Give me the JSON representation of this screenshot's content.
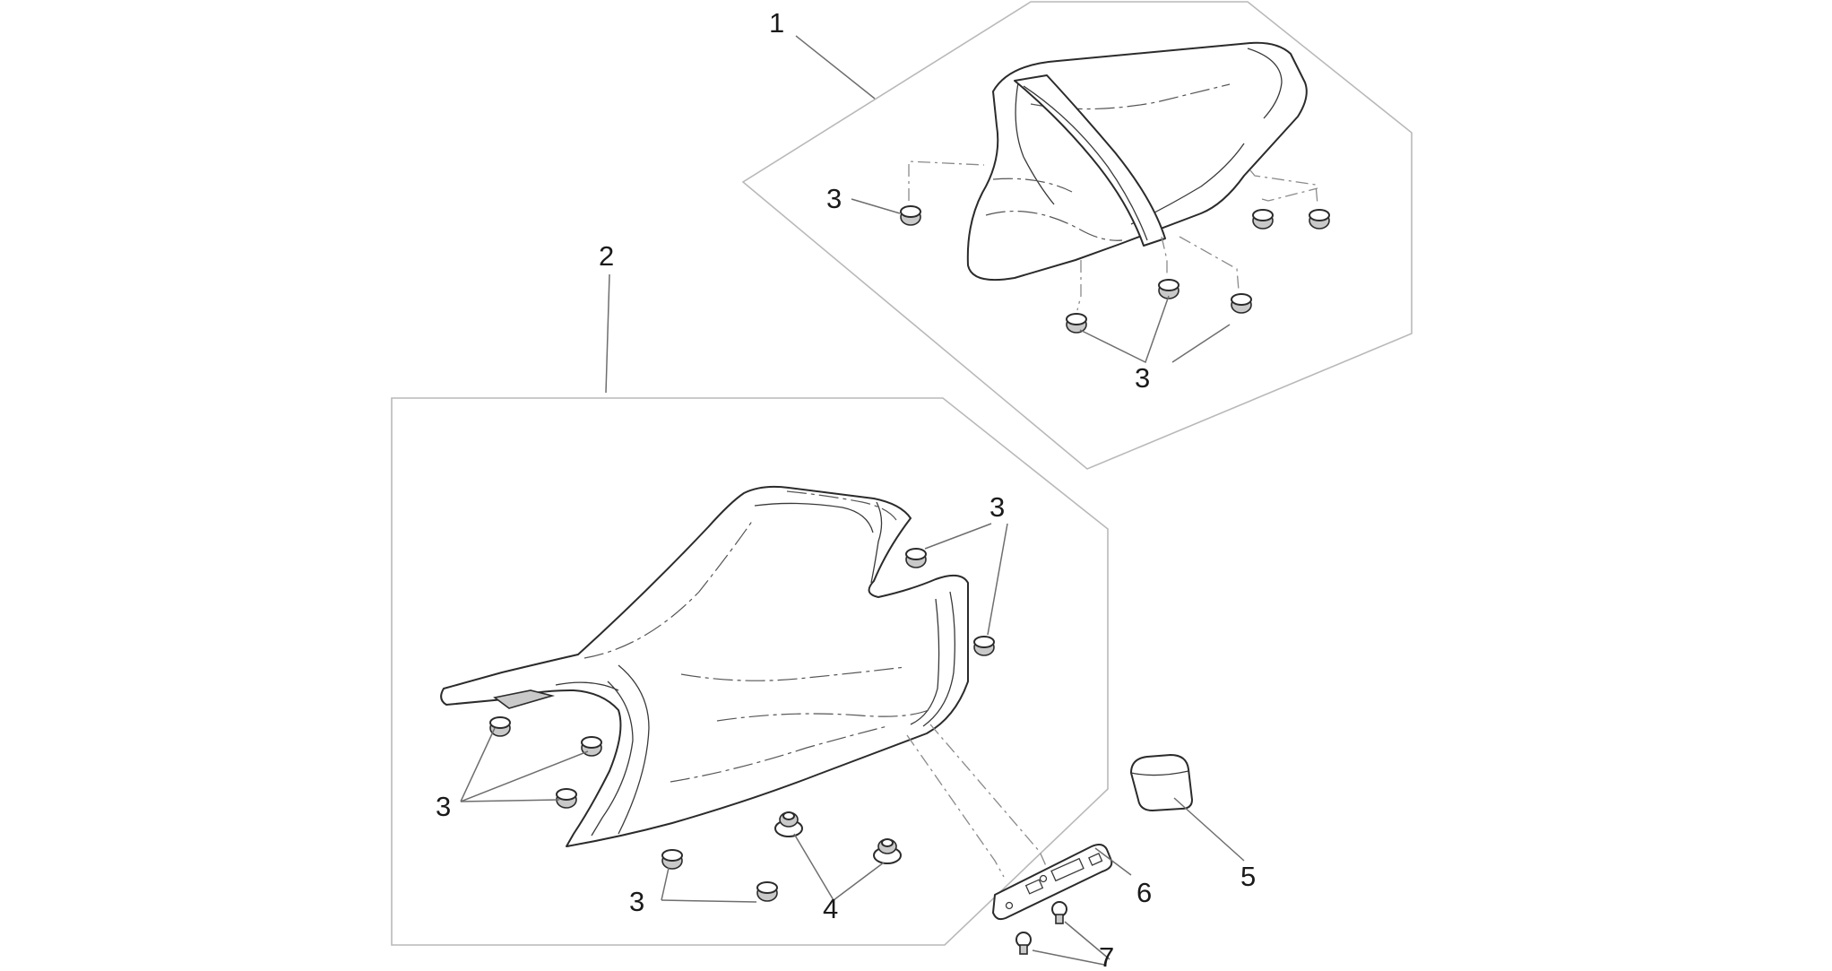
{
  "callouts": {
    "c1": "1",
    "c2": "2",
    "c3a": "3",
    "c3b": "3",
    "c3c": "3",
    "c3d": "3",
    "c3e": "3",
    "c4": "4",
    "c5": "5",
    "c6": "6",
    "c7": "7"
  }
}
